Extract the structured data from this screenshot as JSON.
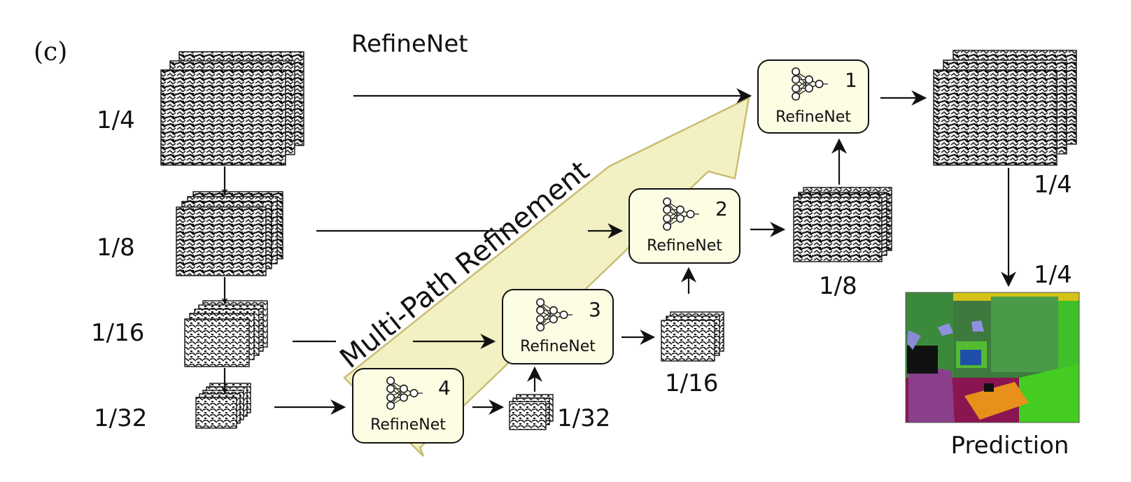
{
  "panel_label": "(c)",
  "title": "RefineNet",
  "band_label": "Multi-Path Refinement",
  "scales_left": {
    "s4": "1/4",
    "s8": "1/8",
    "s16": "1/16",
    "s32": "1/32"
  },
  "blocks": [
    {
      "number": "1",
      "label": "RefineNet"
    },
    {
      "number": "2",
      "label": "RefineNet"
    },
    {
      "number": "3",
      "label": "RefineNet"
    },
    {
      "number": "4",
      "label": "RefineNet"
    }
  ],
  "outputs": {
    "o32": "1/32",
    "o16": "1/16",
    "o8": "1/8",
    "o4": "1/4",
    "pred_scale": "1/4",
    "prediction": "Prediction"
  },
  "colors": {
    "block_fill": "#fdfde3",
    "band_fill": "#f3f1c3",
    "band_stroke": "#c9bd72"
  }
}
